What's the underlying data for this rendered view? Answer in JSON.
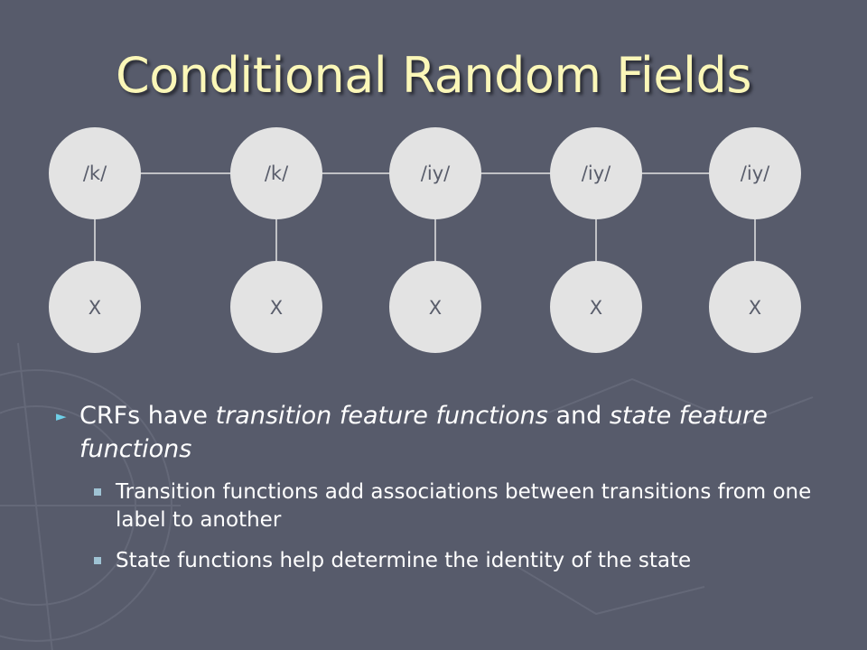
{
  "title": "Conditional Random Fields",
  "diagram": {
    "label_nodes": [
      "/k/",
      "/k/",
      "/iy/",
      "/iy/",
      "/iy/"
    ],
    "observation_nodes": [
      "X",
      "X",
      "X",
      "X",
      "X"
    ],
    "colors": {
      "node_fill": "#e3e3e3",
      "node_text": "#595d6b",
      "edge": "#e3e3e3"
    }
  },
  "bullets": {
    "main": {
      "seg1": "CRFs have ",
      "seg2": "transition feature functions",
      "seg3": " and ",
      "seg4": "state feature functions"
    },
    "sub": [
      "Transition functions add associations between transitions from one label to another",
      "State functions help determine the identity of the state"
    ]
  },
  "colors": {
    "background": "#575b6b",
    "title": "#fbf7b8",
    "bullet_arrow": "#6fd0e8",
    "sub_bullet": "#9fc3d4"
  }
}
